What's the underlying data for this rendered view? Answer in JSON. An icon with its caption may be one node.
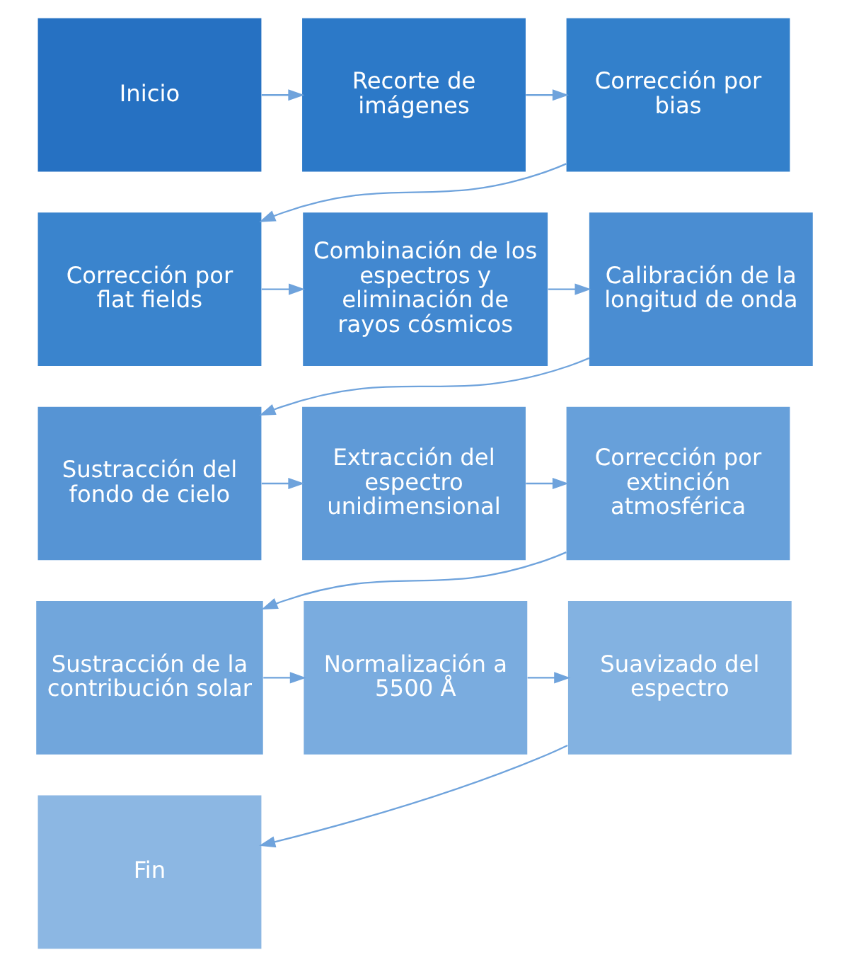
{
  "diagram": {
    "nodes": [
      {
        "text": [
          "Inicio"
        ]
      },
      {
        "text": [
          "Recorte de imágenes"
        ]
      },
      {
        "text": [
          "Corrección por bias"
        ]
      },
      {
        "text": [
          "Corrección por flat fields"
        ]
      },
      {
        "text": [
          "Combinación de los espectros y eliminación de rayos cósmicos"
        ]
      },
      {
        "text": [
          "Calibración de la longitud de onda"
        ]
      },
      {
        "text": [
          "Sustracción del fondo de cielo"
        ]
      },
      {
        "text": [
          "Extracción del espectro unidimensional"
        ]
      },
      {
        "text": [
          "Corrección por extinción atmosférica"
        ]
      },
      {
        "text": [
          "Sustracción de la contribución solar"
        ]
      },
      {
        "text": [
          "Normalización a 5500 Å"
        ]
      },
      {
        "text": [
          "Suavizado del espectro"
        ]
      },
      {
        "text": [
          "Fin"
        ]
      }
    ],
    "edges": [
      {
        "from": 0,
        "to": 1,
        "arrow": "to"
      },
      {
        "from": 1,
        "to": 2,
        "arrow": "to"
      },
      {
        "from": 2,
        "to": 3,
        "arrow": "to"
      },
      {
        "from": 3,
        "to": 4,
        "arrow": "to"
      },
      {
        "from": 4,
        "to": 5,
        "arrow": "to"
      },
      {
        "from": 5,
        "to": 6,
        "arrow": "to"
      },
      {
        "from": 6,
        "to": 7,
        "arrow": "to"
      },
      {
        "from": 7,
        "to": 8,
        "arrow": "to"
      },
      {
        "from": 8,
        "to": 9,
        "arrow": "to"
      },
      {
        "from": 9,
        "to": 10,
        "arrow": "to"
      },
      {
        "from": 10,
        "to": 11,
        "arrow": "to"
      },
      {
        "from": 11,
        "to": 12,
        "arrow": "to"
      }
    ]
  }
}
